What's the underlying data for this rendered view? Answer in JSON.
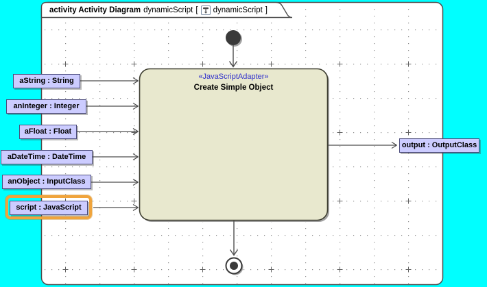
{
  "diagram_frame": {
    "heading_keyword": "activity Activity Diagram",
    "heading_name": "dynamicScript",
    "bracket_open": "[",
    "bracket_close": "]",
    "heading_context": "dynamicScript",
    "icon": "activity-diagram-icon"
  },
  "action_node": {
    "stereotype": "«JavaScriptAdapter»",
    "name": "Create Simple Object"
  },
  "input_pins": [
    {
      "label": "aString : String"
    },
    {
      "label": "anInteger : Integer"
    },
    {
      "label": "aFloat : Float"
    },
    {
      "label": "aDateTime : DateTime"
    },
    {
      "label": "anObject : InputClass"
    },
    {
      "label": "script : JavaScript",
      "highlighted": true
    }
  ],
  "output_pin": {
    "label": "output : OutputClass"
  },
  "nodes": {
    "initial": "initial-node",
    "final": "activity-final-node"
  },
  "colors": {
    "desktop_background": "#00ffff",
    "canvas": "#ffffff",
    "action_fill": "#e8e8ce",
    "pin_fill": "#ccccff",
    "pin_border": "#4c4c7c",
    "highlight": "#f0a43c",
    "stereotype_text": "#2b2bcc",
    "arrow": "#4d4d4d",
    "grid_dot": "#8c8c8c"
  }
}
